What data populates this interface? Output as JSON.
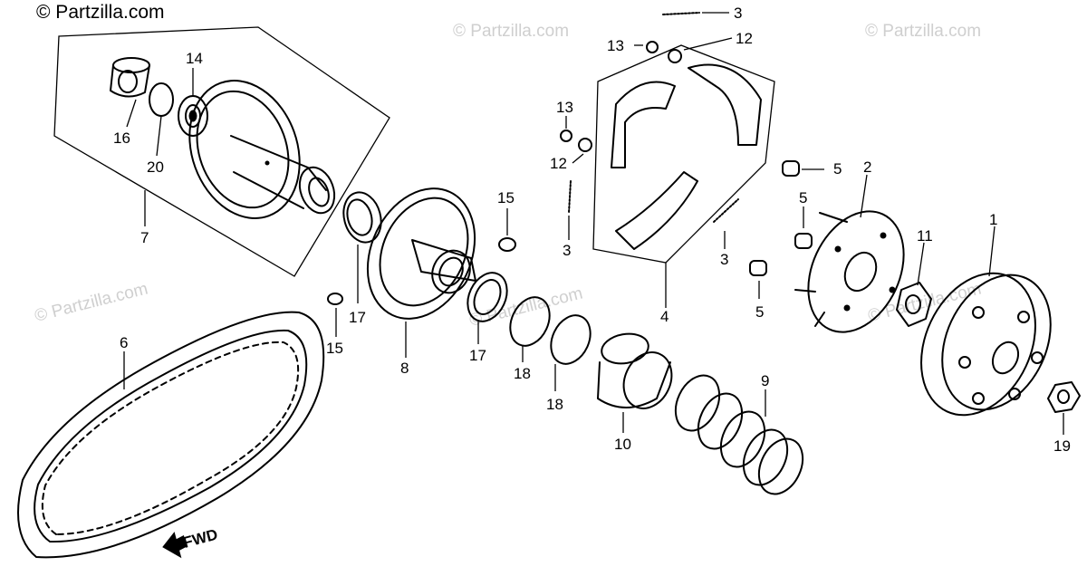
{
  "watermarks": {
    "top_left": "© Partzilla.com",
    "center_top": "© Partzilla.com",
    "right_top": "© Partzilla.com",
    "left_mid": "© Partzilla.com",
    "center_mid": "© Partzilla.com",
    "right_mid": "© Partzilla.com"
  },
  "direction_arrow": "FWD",
  "callouts": {
    "c1": "1",
    "c2": "2",
    "c3a": "3",
    "c3b": "3",
    "c3c": "3",
    "c4": "4",
    "c5a": "5",
    "c5b": "5",
    "c5c": "5",
    "c6": "6",
    "c7": "7",
    "c8": "8",
    "c9": "9",
    "c10": "10",
    "c11": "11",
    "c12a": "12",
    "c12b": "12",
    "c13a": "13",
    "c13b": "13",
    "c14": "14",
    "c15a": "15",
    "c15b": "15",
    "c16": "16",
    "c17a": "17",
    "c17b": "17",
    "c18a": "18",
    "c18b": "18",
    "c19": "19",
    "c20": "20"
  }
}
